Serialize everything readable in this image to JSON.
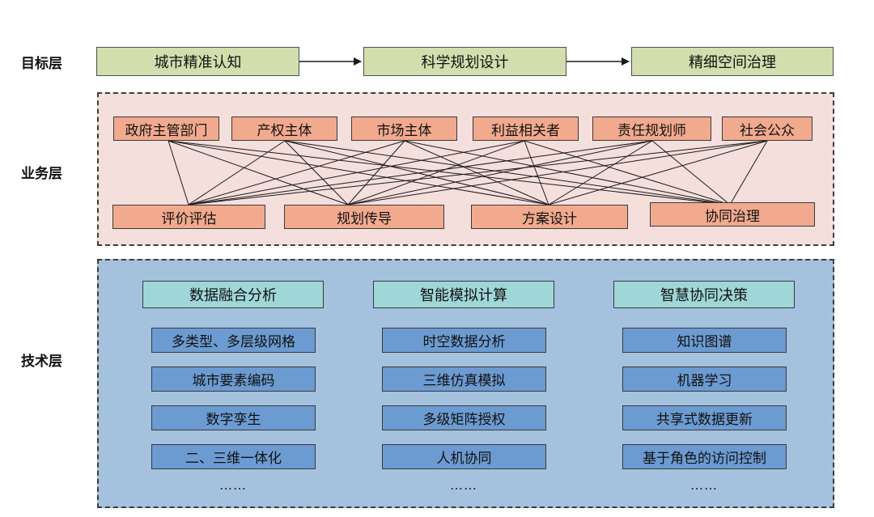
{
  "layers": {
    "goal": "目标层",
    "business": "业务层",
    "technology": "技术层"
  },
  "goal_layer": [
    "城市精准认知",
    "科学规划设计",
    "精细空间治理"
  ],
  "business_layer": {
    "top": [
      "政府主管部门",
      "产权主体",
      "市场主体",
      "利益相关者",
      "责任规划师",
      "社会公众"
    ],
    "bottom": [
      "评价评估",
      "规划传导",
      "方案设计",
      "协同治理"
    ]
  },
  "technology_layer": {
    "columns": [
      {
        "header": "数据融合分析",
        "items": [
          "多类型、多层级网格",
          "城市要素编码",
          "数字孪生",
          "二、三维一体化"
        ],
        "more": "……"
      },
      {
        "header": "智能模拟计算",
        "items": [
          "时空数据分析",
          "三维仿真模拟",
          "多级矩阵授权",
          "人机协同"
        ],
        "more": "……"
      },
      {
        "header": "智慧协同决策",
        "items": [
          "知识图谱",
          "机器学习",
          "共享式数据更新",
          "基于角色的访问控制"
        ],
        "more": "……"
      }
    ]
  },
  "colors": {
    "goal_box": "#d2deae",
    "business_region": "#f4dfdd",
    "business_box": "#f2aa8e",
    "tech_region": "#a4c2dd",
    "tech_header": "#9fd6d8",
    "tech_item": "#6b9bd1"
  }
}
